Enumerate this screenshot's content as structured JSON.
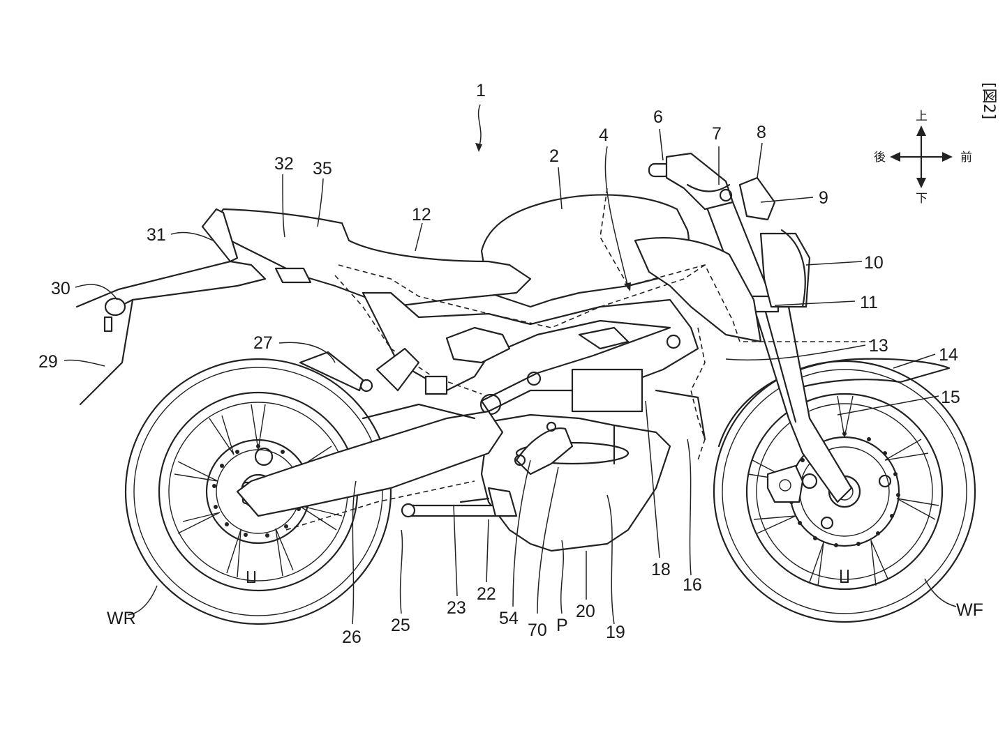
{
  "figure": {
    "fig_number": "[図2]",
    "orientation": {
      "up": "上",
      "down": "下",
      "front": "前",
      "rear": "後"
    },
    "labels": {
      "l1": "1",
      "l2": "2",
      "l4": "4",
      "l6": "6",
      "l7": "7",
      "l8": "8",
      "l9": "9",
      "l10": "10",
      "l11": "11",
      "l12": "12",
      "l13": "13",
      "l14": "14",
      "l15": "15",
      "l16": "16",
      "l18": "18",
      "l19": "19",
      "l20": "20",
      "l22": "22",
      "l23": "23",
      "l25": "25",
      "l26": "26",
      "l27": "27",
      "l29": "29",
      "l30": "30",
      "l31": "31",
      "l32": "32",
      "l35": "35",
      "l54": "54",
      "l70": "70",
      "lP": "P",
      "lWR": "WR",
      "lWF": "WF"
    }
  }
}
